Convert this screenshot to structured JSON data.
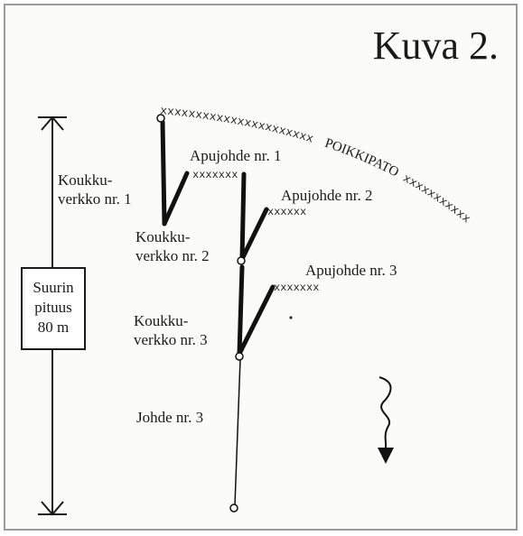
{
  "title": "Kuva 2.",
  "length_box": {
    "line1": "Suurin",
    "line2": "pituus",
    "line3": "80 m"
  },
  "poikkipato": {
    "segment1": "xxxxxxxxxxxxxxxxxxxxxx",
    "label": "POIKKIPATO",
    "segment2": "xxxxxxxxxxx"
  },
  "hooks": [
    {
      "line1": "Koukku-",
      "line2": "verkko nr. 1"
    },
    {
      "line1": "Koukku-",
      "line2": "verkko nr. 2"
    },
    {
      "line1": "Koukku-",
      "line2": "verkko nr. 3"
    }
  ],
  "apujohde": [
    {
      "label": "Apujohde nr. 1",
      "marks": "xxxxxxx"
    },
    {
      "label": "Apujohde nr. 2",
      "marks": "xxxxxx"
    },
    {
      "label": "Apujohde nr. 3",
      "marks": "xxxxxxx"
    }
  ],
  "johde": {
    "label": "Johde nr. 3"
  }
}
